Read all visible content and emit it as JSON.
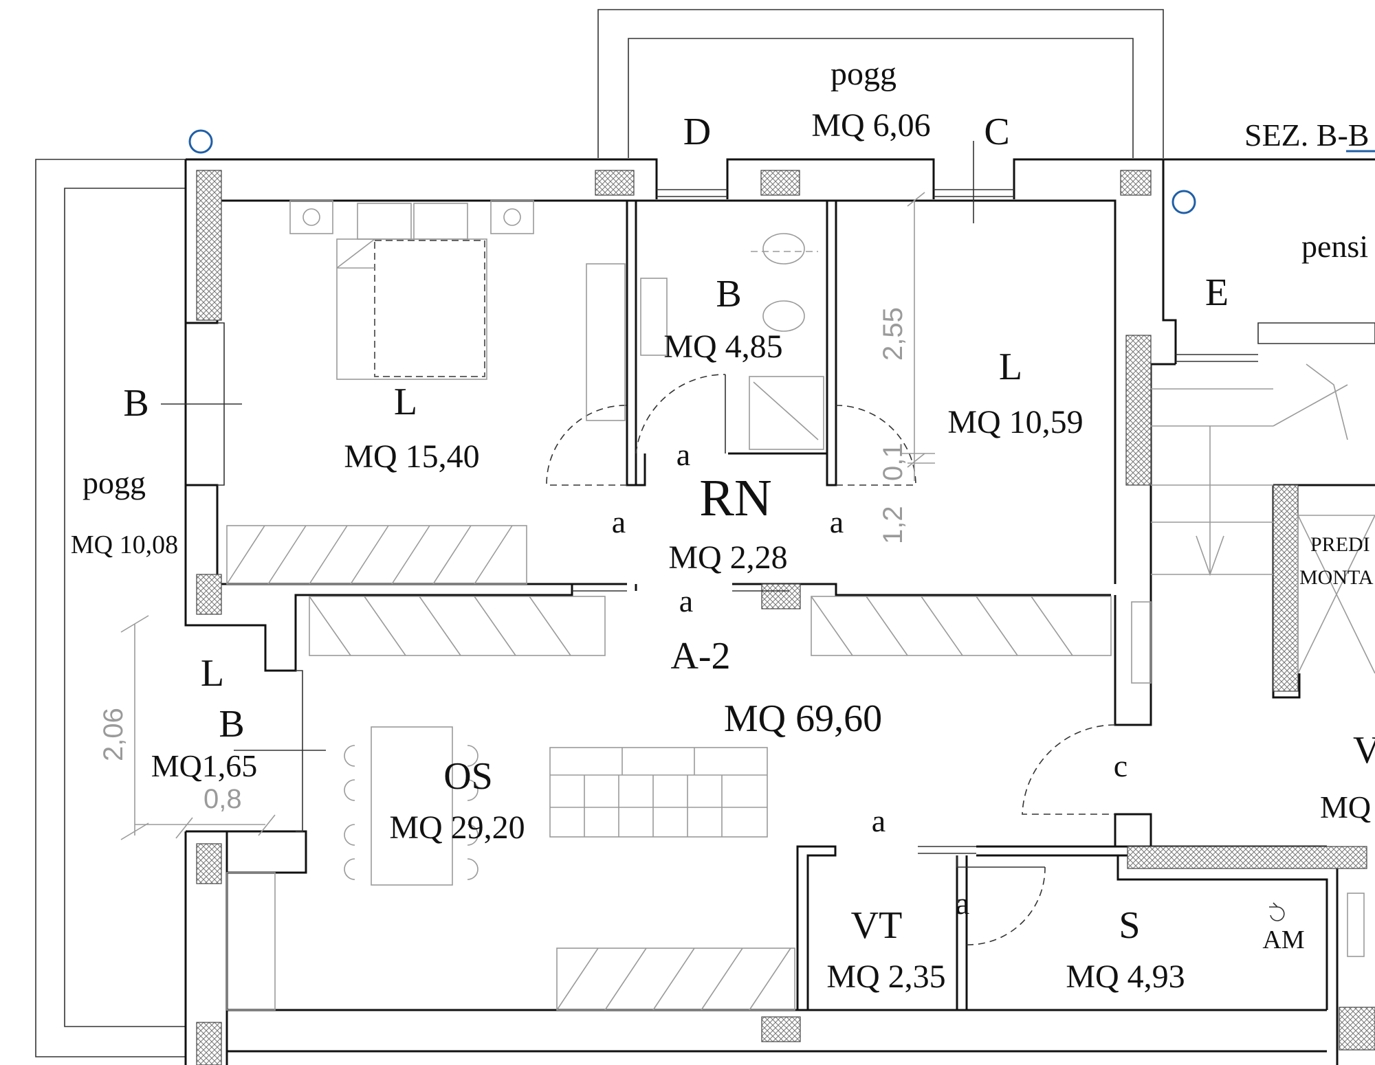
{
  "rooms": {
    "pogg_top": {
      "code": "pogg",
      "area": "MQ 6,06"
    },
    "letter_d": "D",
    "letter_c": "C",
    "sez": "SEZ. B-B",
    "pensi": "pensi",
    "letter_e": "E",
    "bed_left": {
      "code": "L",
      "area": "MQ 15,40"
    },
    "bath": {
      "code": "B",
      "area": "MQ 4,85"
    },
    "bed_right": {
      "code": "L",
      "area": "MQ 10,59"
    },
    "letter_b_side": "B",
    "pogg_left": {
      "code": "pogg",
      "area": "MQ 10,08"
    },
    "rn": {
      "code": "RN",
      "area": "MQ 2,28"
    },
    "door_a_top": "a",
    "door_a_left": "a",
    "door_a_right": "a",
    "door_a_bottom": "a",
    "unit": {
      "code": "A-2",
      "area": "MQ 69,60"
    },
    "small_bath": {
      "l": "L",
      "b": "B",
      "area": "MQ1,65"
    },
    "os": {
      "code": "OS",
      "area": "MQ 29,20"
    },
    "door_c": "c",
    "door_a_vt": "a",
    "door_a_s": "a",
    "vt": {
      "code": "VT",
      "area": "MQ 2,35"
    },
    "s": {
      "code": "S",
      "area": "MQ 4,93"
    },
    "am": "AM",
    "predi": "PREDI",
    "monta": "MONTA",
    "v_right": "V",
    "mq_right": "MQ"
  },
  "dimensions": {
    "d255": "2,55",
    "d01": "0,1",
    "d12": "1,2",
    "d206": "2,06",
    "d08": "0,8"
  },
  "colors": {
    "wall": "#111111",
    "marker": "#1f5fa8",
    "dimension": "#9a9a9a"
  }
}
